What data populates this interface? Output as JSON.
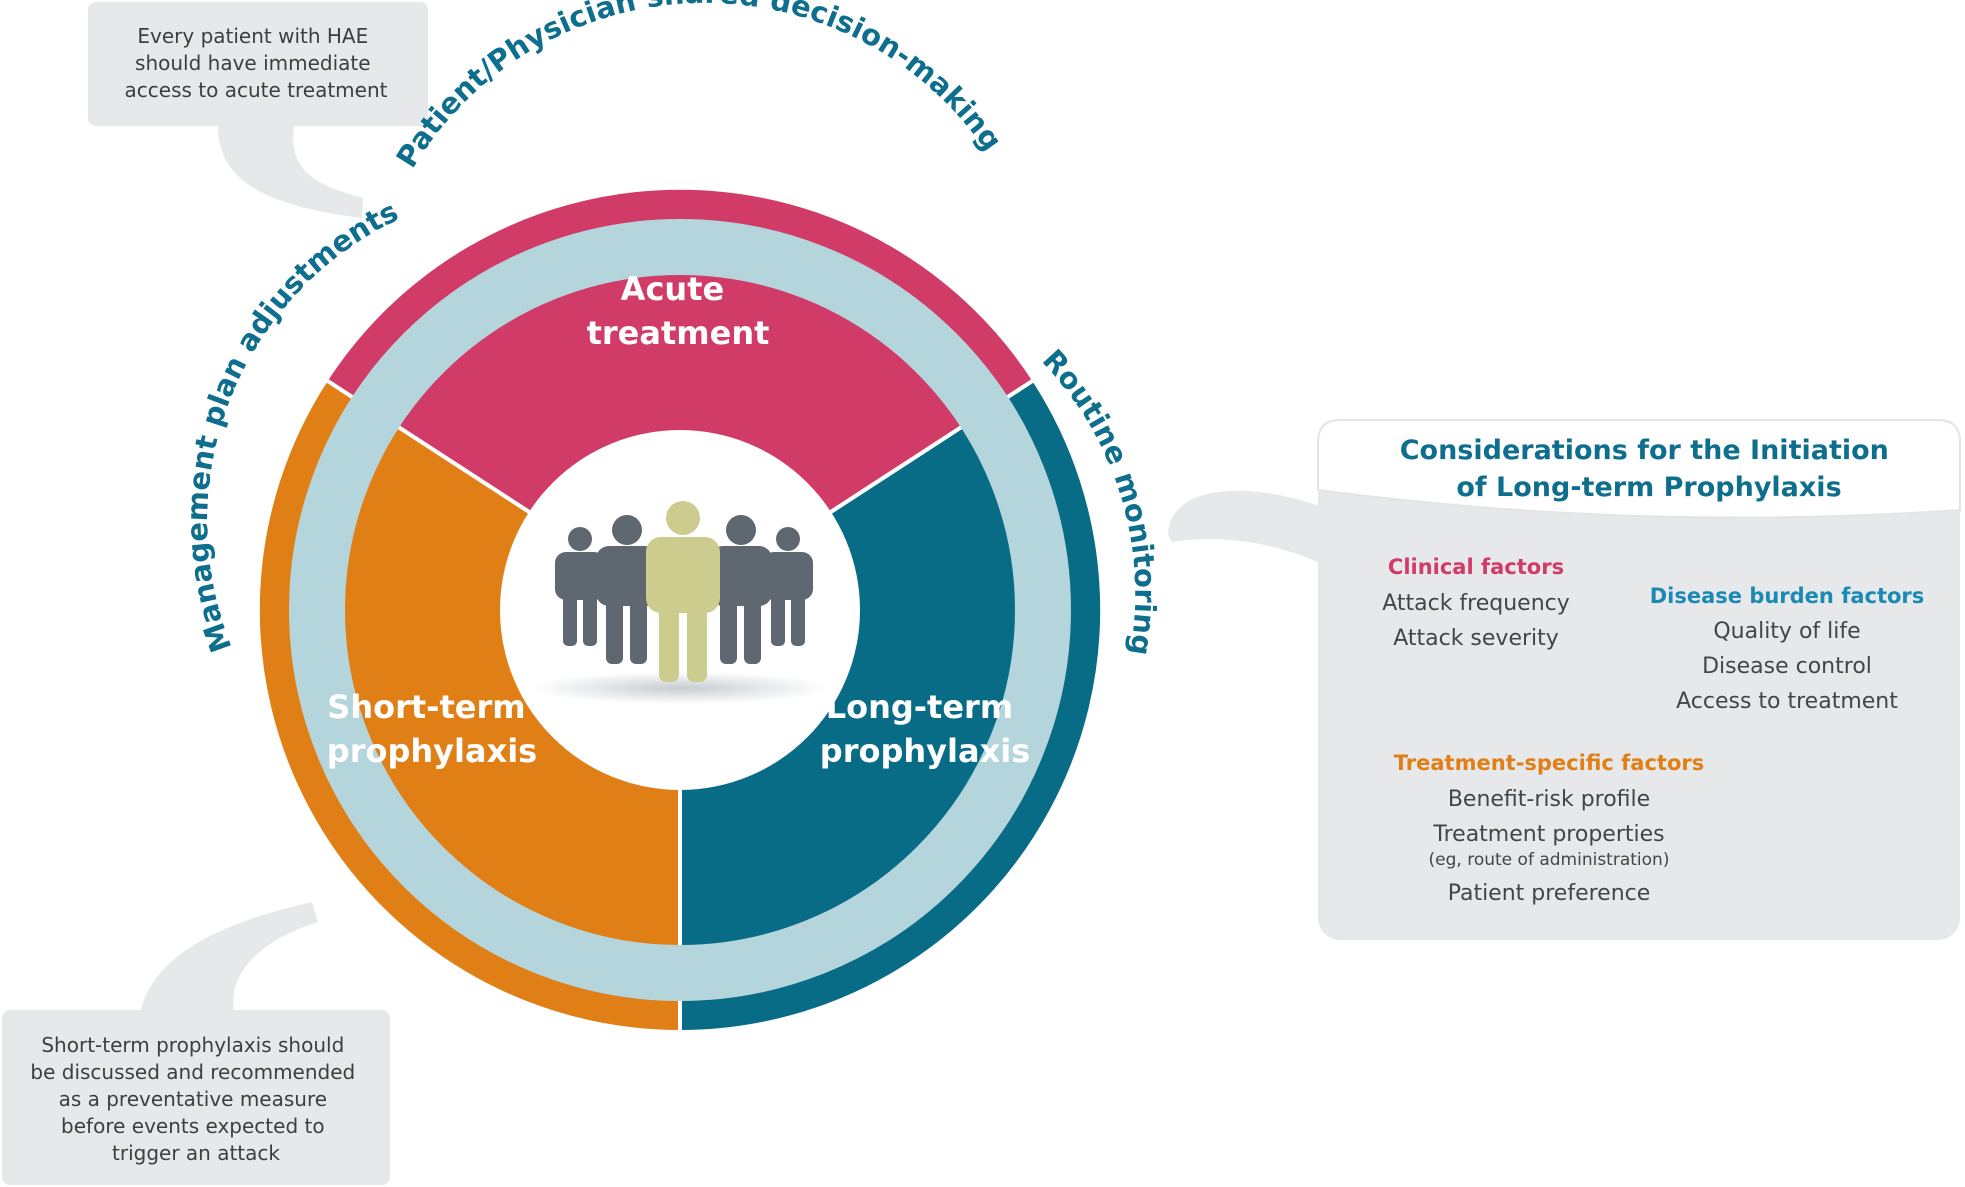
{
  "colors": {
    "ring": "#b5d5dd",
    "acute": "#d13b68",
    "short_term": "#e17f17",
    "long_term": "#086c87",
    "ring_text": "#0e6e8e",
    "callout_bg": "#e7e8ea",
    "clinical": "#d13b68",
    "disease_burden": "#1a8ab4",
    "treatment_specific": "#e17f17",
    "person_highlight": "#cdcc8f",
    "person_default": "#5f6770"
  },
  "wheel": {
    "segments": {
      "acute": [
        "Acute",
        "treatment"
      ],
      "short_term": [
        "Short-term",
        "prophylaxis"
      ],
      "long_term": [
        "Long-term",
        "prophylaxis"
      ]
    },
    "ring_labels": {
      "shared_decision": "Patient/Physician shared decision-making",
      "routine_monitoring": "Routine monitoring",
      "plan_adjustments": "Management plan adjustments"
    },
    "center_icon": "people-group-icon"
  },
  "callouts": {
    "top": [
      "Every patient with HAE",
      "should have immediate",
      "access to acute treatment"
    ],
    "bottom": [
      "Short-term prophylaxis should",
      "be discussed and recommended",
      "as a preventative measure",
      "before events expected to",
      "trigger an attack"
    ]
  },
  "considerations": {
    "title": [
      "Considerations for the Initiation",
      "of Long-term Prophylaxis"
    ],
    "clinical": {
      "heading": "Clinical factors",
      "items": [
        "Attack frequency",
        "Attack severity"
      ]
    },
    "disease_burden": {
      "heading": "Disease burden factors",
      "items": [
        "Quality of life",
        "Disease control",
        "Access to treatment"
      ]
    },
    "treatment_specific": {
      "heading": "Treatment-specific factors",
      "items": [
        "Benefit-risk profile",
        "Treatment properties",
        "Patient preference"
      ],
      "note": "(eg, route of administration)"
    }
  }
}
